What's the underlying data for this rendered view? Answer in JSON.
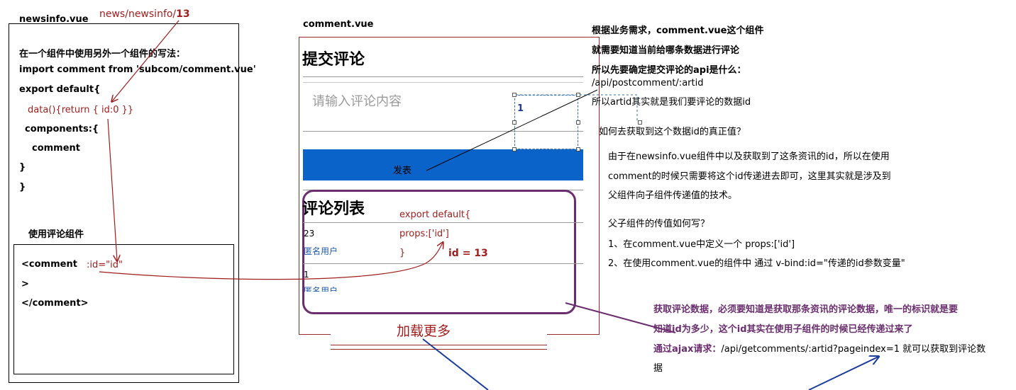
{
  "left": {
    "file_title": "newsinfo.vue",
    "route_prefix": "news/newsinfo/",
    "route_id": "13",
    "heading": "在一个组件中使用另外一个组件的写法：",
    "code": [
      "import comment from 'subcom/comment.vue'",
      "export default{",
      "data(){return {  id:0  }}",
      "components:{",
      "comment",
      "}",
      "}"
    ],
    "use_label": "使用评论组件",
    "usage": {
      "open_tag": "<comment",
      "binding": ":id=\"id\"",
      "close_bracket": ">",
      "end_tag": "</comment>"
    }
  },
  "middle": {
    "file_title": "comment.vue",
    "submit_heading": "提交评论",
    "textarea_placeholder": "请输入评论内容",
    "submit_button": "发表",
    "list_heading": "评论列表",
    "items": [
      {
        "number": "23",
        "user": "匿名用户"
      },
      {
        "number": "1",
        "user": "匿名用户"
      }
    ],
    "props_code": [
      "export default{",
      "props:['id']",
      "}"
    ],
    "id_value": "id = 13",
    "load_more": "加载更多",
    "selection_marker": "1"
  },
  "right": {
    "lines_bold": [
      "根据业务需求，comment.vue这个组件",
      "就需要知道当前给哪条数据进行评论",
      "所以先要确定提交评论的api是什么："
    ],
    "api_post": "/api/postcomment/:artid",
    "artid_note": "所以artid其实就是我们要评论的数据id",
    "question": "如何去获取到这个数据id的真正值？",
    "answer": [
      "由于在newsinfo.vue组件中以及获取到了这条资讯的id，所以在使用",
      "comment的时候只需要将这个id传递进去即可，这里其实就是涉及到",
      "父组件向子组件传递值的技术。"
    ],
    "howto_title": "父子组件的传值如何写？",
    "howto_steps": [
      "1、在comment.vue中定义一个 props:['id']",
      "2、在使用comment.vue的组件中 通过 v-bind:id=\"传递的id参数变量\""
    ],
    "fetch_lines": [
      "获取评论数据，必须要知道是获取那条资讯的评论数据，唯一的标识就是要",
      "知道id为多少，这个id其实在使用子组件的时候已经传递过来了"
    ],
    "ajax_prefix": "通过ajax请求：",
    "ajax_rest": "/api/getcomments/:artid?pageindex=1 就可以获取到评论数",
    "ajax_wrap": "据"
  },
  "colors": {
    "annotation_red": "#a01e1e",
    "submit_blue": "#0a63c9",
    "list_purple": "#6a2d6e",
    "arrow_blue": "#1a3c9e",
    "frame_darkred": "#9c2a2a"
  }
}
